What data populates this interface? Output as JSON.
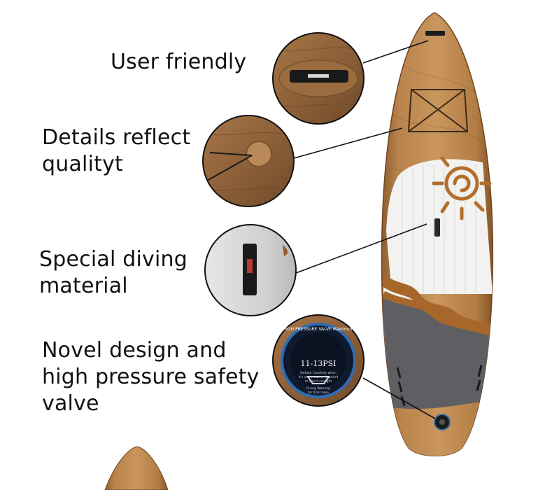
{
  "features": [
    {
      "lines": [
        "User friendly"
      ]
    },
    {
      "lines": [
        "Details reflect",
        "qualityt"
      ]
    },
    {
      "lines": [
        "Special diving",
        "material"
      ]
    },
    {
      "lines": [
        "Novel design and",
        "high pressure safety",
        "valve"
      ]
    }
  ],
  "valve_text": {
    "ring_top": "HIGH PRESSURE VALVE Maximum",
    "psi": "11-13PSI",
    "small_1": "Deflate Carefully when",
    "small_2": "it's not in use or exposed",
    "small_3": "to direct sunlight",
    "small_4": "D-ring Warning",
    "small_5": "for front rope"
  },
  "colors": {
    "wood": "#b07a44",
    "wood_dark": "#8a5a2b",
    "deck_white": "#f2f2f0",
    "grey_pad": "#5f5f63",
    "accent_brown": "#a8672a"
  }
}
